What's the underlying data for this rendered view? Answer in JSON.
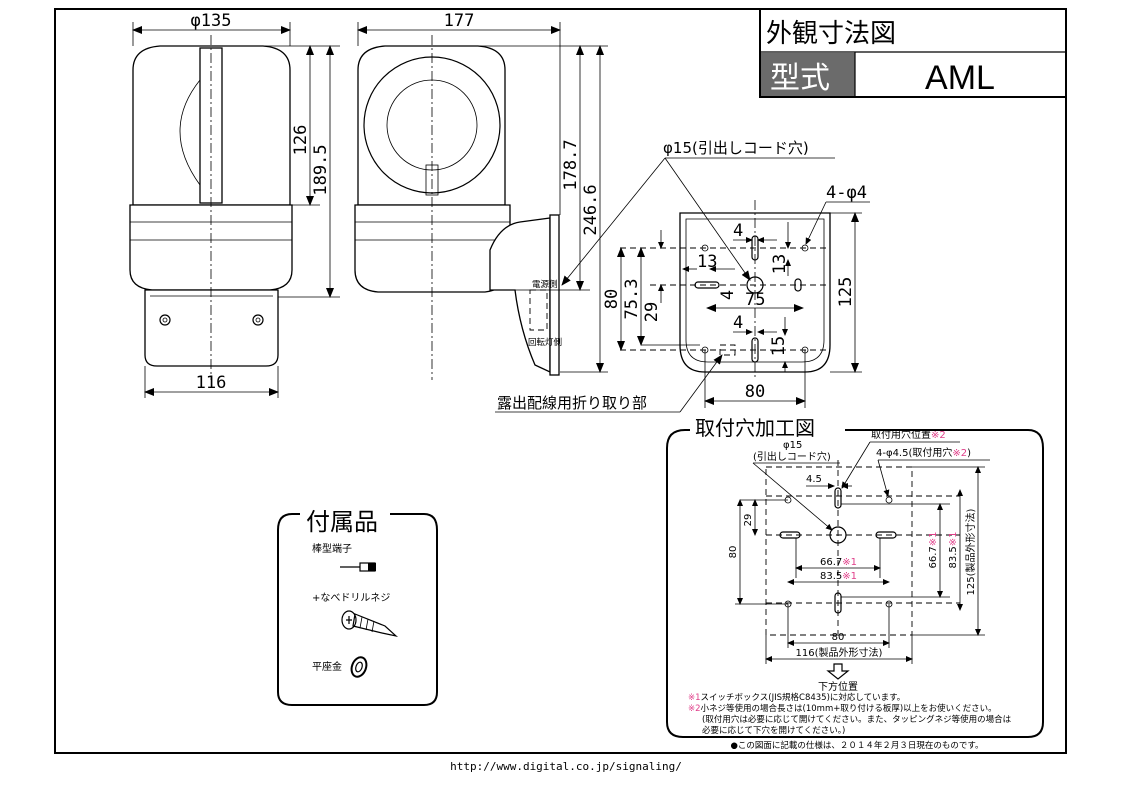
{
  "title_block": {
    "title": "外観寸法図",
    "model_label": "型式",
    "model": "AML"
  },
  "front_view": {
    "dim_width_top": "φ135",
    "dim_height_dome": "126",
    "dim_height_total": "189.5",
    "dim_width_bottom": "116"
  },
  "side_view": {
    "dim_depth": "177",
    "dim_height_1": "178.7",
    "dim_height_2": "246.6",
    "label_power_side": "電源側",
    "label_lamp_side": "回転灯側"
  },
  "plate_view": {
    "cord_hole_label": "φ15(引出しコード穴)",
    "holes_label": "4-φ4",
    "dim_4_top": "4",
    "dim_13_v": "13",
    "dim_13_h": "13",
    "dim_4_mid": "4",
    "dim_75": "75",
    "dim_4_bottom": "4",
    "dim_15": "15",
    "dim_80_v": "80",
    "dim_75_3": "75.3",
    "dim_29": "29",
    "dim_125": "125",
    "dim_80_h": "80",
    "knockout_label": "露出配線用折り取り部"
  },
  "install_holes": {
    "title": "取付穴加工図",
    "cord_hole_dia": "φ15",
    "cord_hole_label": "(引出しコード穴)",
    "hole_position_label": "取付用穴位置",
    "hole_position_note": "※2",
    "holes_label": "4-φ4.5(取付用穴",
    "holes_note": "※2",
    "holes_close": ")",
    "dim_4_5": "4.5",
    "dim_29": "29",
    "dim_80_v": "80",
    "dim_66_7_h": "66.7",
    "dim_83_5_h": "83.5",
    "dim_66_7_v": "66.7",
    "dim_83_5_v": "83.5",
    "note_mark_1": "※1",
    "dim_125": "125(製品外形寸法)",
    "dim_80_h": "80",
    "dim_116": "116(製品外形寸法)",
    "direction_label": "下方位置",
    "notes": [
      {
        "mark": "※1",
        "text": "スイッチボックス(JIS規格C8435)に対応しています。"
      },
      {
        "mark": "※2",
        "text": "小ネジ等使用の場合長さは(10mm+取り付ける板厚)以上をお使いください。"
      },
      {
        "mark": "",
        "text": "(取付用穴は必要に応じて開けてください。また、タッピングネジ等使用の場合は"
      },
      {
        "mark": "",
        "text": "必要に応じて下穴を開けてください。)"
      }
    ]
  },
  "accessories": {
    "title": "付属品",
    "items": [
      {
        "label": "棒型端子"
      },
      {
        "label": "+なべドリルネジ"
      },
      {
        "label": "平座金"
      }
    ]
  },
  "footer_note": "●この図面に記載の仕様は、２０１４年２月３日現在のものです。",
  "url": "http://www.digital.co.jp/signaling/",
  "colors": {
    "accent_note": "#e0408a",
    "model_label_bg": "#6b6b6b"
  }
}
